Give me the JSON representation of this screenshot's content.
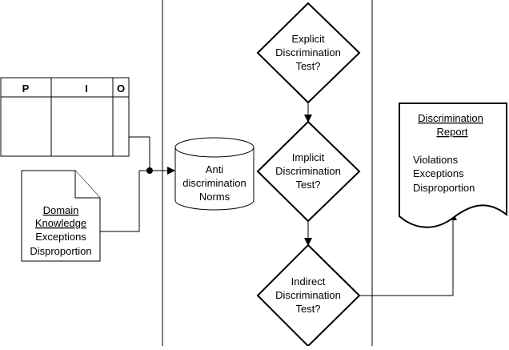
{
  "table": {
    "headers": [
      "P",
      "I",
      "O"
    ]
  },
  "domain_doc": {
    "lines": [
      "Domain",
      "Knowledge",
      "Exceptions",
      "Disproportion"
    ]
  },
  "norms_db": {
    "lines": [
      "Anti",
      "discrimination",
      "Norms"
    ]
  },
  "tests": [
    {
      "lines": [
        "Explicit",
        "Discrimination",
        "Test?"
      ]
    },
    {
      "lines": [
        "Implicit",
        "Discrimination",
        "Test?"
      ]
    },
    {
      "lines": [
        "Indirect",
        "Discrimination",
        "Test?"
      ]
    }
  ],
  "report": {
    "lines": [
      "Discrimination",
      "Report",
      "Violations",
      "Exceptions",
      "Disproportion"
    ]
  }
}
